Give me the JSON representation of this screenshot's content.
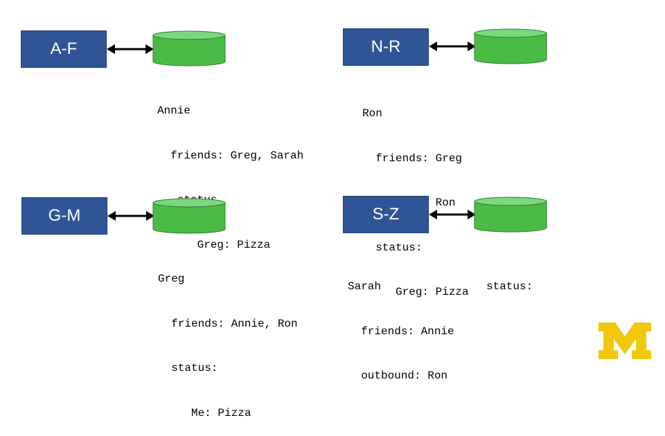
{
  "partitions": [
    {
      "label": "A-F"
    },
    {
      "label": "N-R"
    },
    {
      "label": "G-M"
    },
    {
      "label": "S-Z"
    }
  ],
  "records": {
    "af": [
      "Annie",
      "  friends: Greg, Sarah",
      "   status",
      "      Greg: Pizza"
    ],
    "nr": [
      "Ron",
      "  friends: Greg",
      "  inbound: Ron",
      "  status:",
      "     Greg: Pizza"
    ],
    "gm": [
      "Greg",
      "  friends: Annie, Ron",
      "  status:",
      "     Me: Pizza"
    ],
    "sz": [
      "Sarah",
      "  friends: Annie",
      "  outbound: Ron"
    ],
    "sz_status": "status:"
  },
  "colors": {
    "partition_fill": "#2f5597",
    "db_fill": "#4cbb45",
    "db_top": "#79d87b",
    "logo": "#f2c80f"
  },
  "logo": {
    "icon": "block-m-logo"
  }
}
